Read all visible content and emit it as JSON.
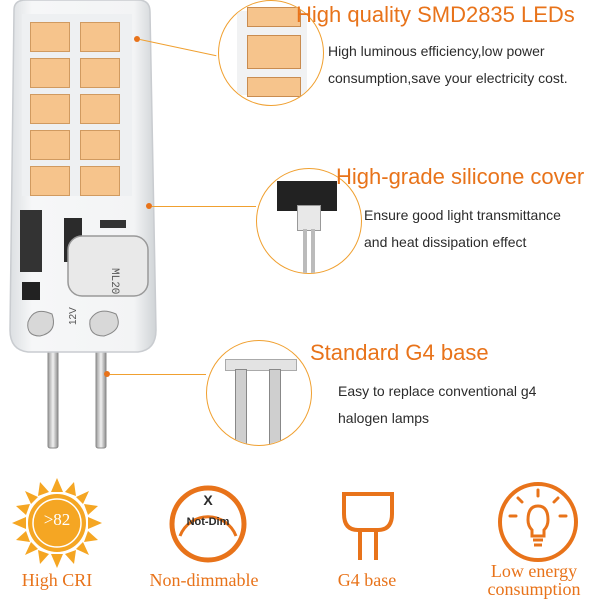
{
  "features": [
    {
      "title": "High quality SMD2835 LEDs",
      "lines": [
        "High luminous efficiency,low power",
        "consumption,save your electricity cost."
      ]
    },
    {
      "title": "High-grade silicone cover",
      "lines": [
        "Ensure good light transmittance",
        "and heat dissipation effect"
      ]
    },
    {
      "title": "Standard G4 base",
      "lines": [
        "Easy to replace conventional g4",
        "halogen lamps"
      ]
    }
  ],
  "icons": [
    {
      "badge": ">82",
      "label": "High CRI"
    },
    {
      "badge": "Not-Dim",
      "mark": "X",
      "label": "Non-dimmable"
    },
    {
      "label": "G4 base"
    },
    {
      "label_lines": [
        "Low energy",
        "consumption"
      ]
    }
  ],
  "bulb_marks": {
    "chip": "ML20",
    "voltage": "12V"
  },
  "colors": {
    "accent": "#e8731a",
    "led": "#f6c48c",
    "text": "#2b2b2b"
  }
}
